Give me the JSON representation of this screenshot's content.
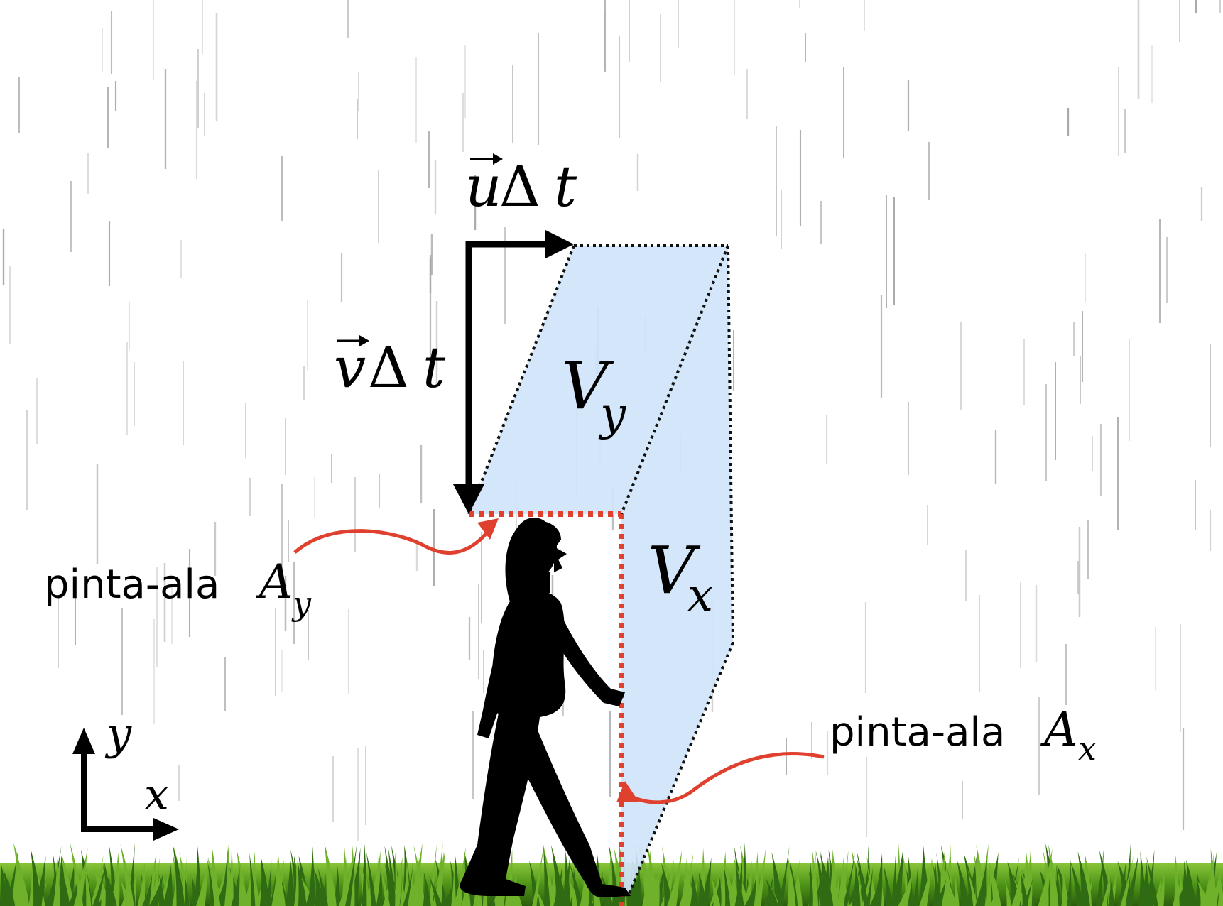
{
  "labels": {
    "u_vec": "u",
    "v_vec": "v",
    "delta": "Δ",
    "t": "t",
    "V": "V",
    "sub_y": "y",
    "sub_x": "x",
    "area_label": "pinta-ala",
    "A": "A",
    "axis_y": "y",
    "axis_x": "x"
  },
  "colors": {
    "volume_fill": "#cfe4fa",
    "dotted_black": "#111111",
    "dotted_red": "#e0402e",
    "pointer_arrow": "#e0402e",
    "vector_arrow": "#000000",
    "grass_dark": "#2f6b12",
    "grass_light": "#6fb12a",
    "rain": "#9a9a9a"
  }
}
